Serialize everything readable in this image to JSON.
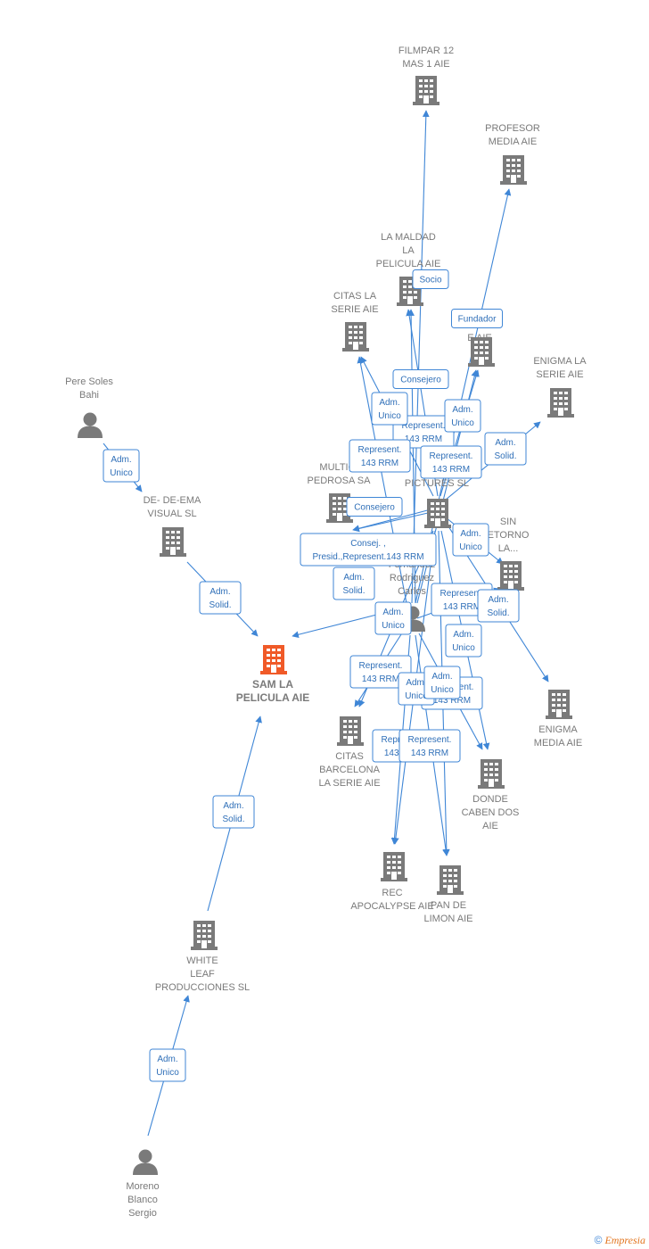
{
  "colors": {
    "edge": "#3f86d6",
    "node": "#7a7a7a",
    "focus_node": "#f05a28"
  },
  "nodes": [
    {
      "id": "filmpar",
      "icon": "building-icon",
      "label": [
        "FILMPAR 12",
        "MAS 1 AIE"
      ]
    },
    {
      "id": "profesor",
      "icon": "building-icon",
      "label": [
        "PROFESOR",
        "MEDIA AIE"
      ]
    },
    {
      "id": "maldad",
      "icon": "building-icon",
      "label": [
        "LA MALDAD",
        "LA",
        "PELICULA  AIE"
      ]
    },
    {
      "id": "citas_serie",
      "icon": "building-icon",
      "label": [
        "CITAS LA",
        "SERIE  AIE"
      ]
    },
    {
      "id": "sel",
      "icon": "building-icon",
      "label": [
        "SEL",
        "E AIE"
      ]
    },
    {
      "id": "enigma_serie",
      "icon": "building-icon",
      "label": [
        "ENIGMA LA",
        "SERIE AIE"
      ]
    },
    {
      "id": "pere",
      "icon": "person-icon",
      "label": [
        "Pere Soles",
        "Bahi"
      ]
    },
    {
      "id": "multicine",
      "icon": "building-icon",
      "label": [
        "MULTICI",
        "PEDROSA SA"
      ]
    },
    {
      "id": "pictures",
      "icon": "building-icon",
      "label": [
        "CA",
        "PICTURES  SL"
      ]
    },
    {
      "id": "de_ema",
      "icon": "building-icon",
      "label": [
        "DE- DE-EMA",
        "VISUAL SL"
      ]
    },
    {
      "id": "sin_retorno",
      "icon": "building-icon",
      "label": [
        "SIN",
        "ETORNO",
        "LA..."
      ]
    },
    {
      "id": "carlos",
      "icon": "person-icon",
      "label": [
        "Fernandez",
        "Rodriguez",
        "Carlos"
      ]
    },
    {
      "id": "sam",
      "icon": "building-icon",
      "focus": true,
      "label": [
        "SAM LA",
        "PELICULA AIE"
      ]
    },
    {
      "id": "enigma_media",
      "icon": "building-icon",
      "label": [
        "ENIGMA",
        "MEDIA  AIE"
      ]
    },
    {
      "id": "citas_bcn",
      "icon": "building-icon",
      "label": [
        "CITAS",
        "BARCELONA",
        "LA SERIE  AIE"
      ]
    },
    {
      "id": "donde",
      "icon": "building-icon",
      "label": [
        "DONDE",
        "CABEN DOS",
        "AIE"
      ]
    },
    {
      "id": "rec",
      "icon": "building-icon",
      "label": [
        "REC",
        "APOCALYPSE AIE"
      ]
    },
    {
      "id": "pan",
      "icon": "building-icon",
      "label": [
        "PAN DE",
        "LIMON  AIE"
      ]
    },
    {
      "id": "white_leaf",
      "icon": "building-icon",
      "label": [
        "WHITE",
        "LEAF",
        "PRODUCCIONES SL"
      ]
    },
    {
      "id": "moreno",
      "icon": "person-icon",
      "label": [
        "Moreno",
        "Blanco",
        "Sergio"
      ]
    }
  ],
  "edges": [
    {
      "from": "pere",
      "to": "de_ema",
      "label": [
        "Adm.",
        "Unico"
      ]
    },
    {
      "from": "de_ema",
      "to": "sam",
      "label": [
        "Adm.",
        "Solid."
      ]
    },
    {
      "from": "white_leaf",
      "to": "sam",
      "label": [
        "Adm.",
        "Solid."
      ]
    },
    {
      "from": "moreno",
      "to": "white_leaf",
      "label": [
        "Adm.",
        "Unico"
      ]
    },
    {
      "from": "carlos",
      "to": "filmpar",
      "label": [
        "Socio"
      ]
    },
    {
      "from": "carlos",
      "to": "profesor",
      "label": [
        "Fundador"
      ]
    },
    {
      "from": "pictures",
      "to": "maldad",
      "label": [
        "Consejero"
      ]
    },
    {
      "from": "carlos",
      "to": "maldad",
      "label": [
        "Represent.",
        "143 RRM"
      ]
    },
    {
      "from": "pictures",
      "to": "citas_serie",
      "label": [
        "Adm.",
        "Unico"
      ]
    },
    {
      "from": "carlos",
      "to": "citas_serie",
      "label": [
        "Represent.",
        "143 RRM"
      ]
    },
    {
      "from": "pictures",
      "to": "sel",
      "label": [
        "Adm.",
        "Unico"
      ]
    },
    {
      "from": "carlos",
      "to": "sel",
      "label": [
        "Represent.",
        "143 RRM"
      ]
    },
    {
      "from": "pictures",
      "to": "enigma_serie",
      "label": [
        "Adm.",
        "Solid."
      ]
    },
    {
      "from": "carlos",
      "to": "multicine",
      "label": [
        "Consejero"
      ]
    },
    {
      "from": "carlos",
      "to": "multicine",
      "label": [
        "Consej. ,",
        "Presid.,Represent.143 RRM"
      ]
    },
    {
      "from": "carlos",
      "to": "sam",
      "label": [
        "Adm.",
        "Solid."
      ]
    },
    {
      "from": "pictures",
      "to": "sin_retorno",
      "label": [
        "Adm.",
        "Unico"
      ]
    },
    {
      "from": "carlos",
      "to": "sin_retorno",
      "label": [
        "Represent.",
        "143 RRM"
      ]
    },
    {
      "from": "pictures",
      "to": "enigma_media",
      "label": [
        "Adm.",
        "Solid."
      ]
    },
    {
      "from": "pictures",
      "to": "donde",
      "label": [
        "Adm.",
        "Unico"
      ]
    },
    {
      "from": "carlos",
      "to": "donde",
      "label": [
        "Represent.",
        "143 RRM"
      ]
    },
    {
      "from": "pictures",
      "to": "citas_bcn",
      "label": [
        "Adm.",
        "Unico"
      ]
    },
    {
      "from": "carlos",
      "to": "citas_bcn",
      "label": [
        "Represent.",
        "143 RRM"
      ]
    },
    {
      "from": "pictures",
      "to": "rec",
      "label": [
        "Adm.",
        "Unico"
      ]
    },
    {
      "from": "carlos",
      "to": "rec",
      "label": [
        "Represent.",
        "143 RRM"
      ]
    },
    {
      "from": "pictures",
      "to": "pan",
      "label": [
        "Adm.",
        "Unico"
      ]
    },
    {
      "from": "carlos",
      "to": "pan",
      "label": [
        "Represent.",
        "143 RRM"
      ]
    }
  ],
  "footer": {
    "copyright": "©",
    "brand": "Empresia"
  }
}
